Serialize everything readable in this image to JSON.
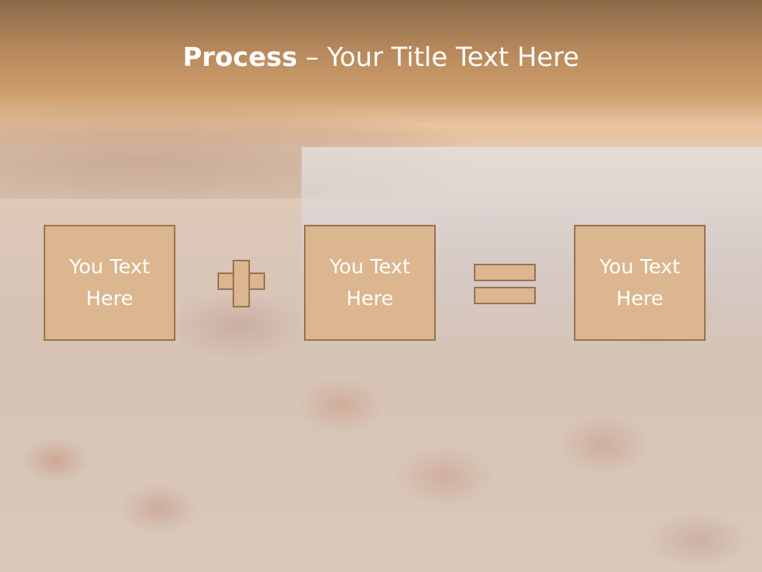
{
  "slide": {
    "title_bold": "Process",
    "title_dash": " – ",
    "title_rest": "Your Title Text Here",
    "boxes": [
      {
        "text": "You Text\nHere"
      },
      {
        "text": "You Text\nHere"
      },
      {
        "text": "You Text\nHere"
      }
    ],
    "operators": [
      "plus-icon",
      "equals-icon"
    ],
    "colors": {
      "box_fill": "#dbb68e",
      "box_border": "#9a7450",
      "title_text": "#ffffff",
      "header_band": "#c69a6d"
    }
  }
}
